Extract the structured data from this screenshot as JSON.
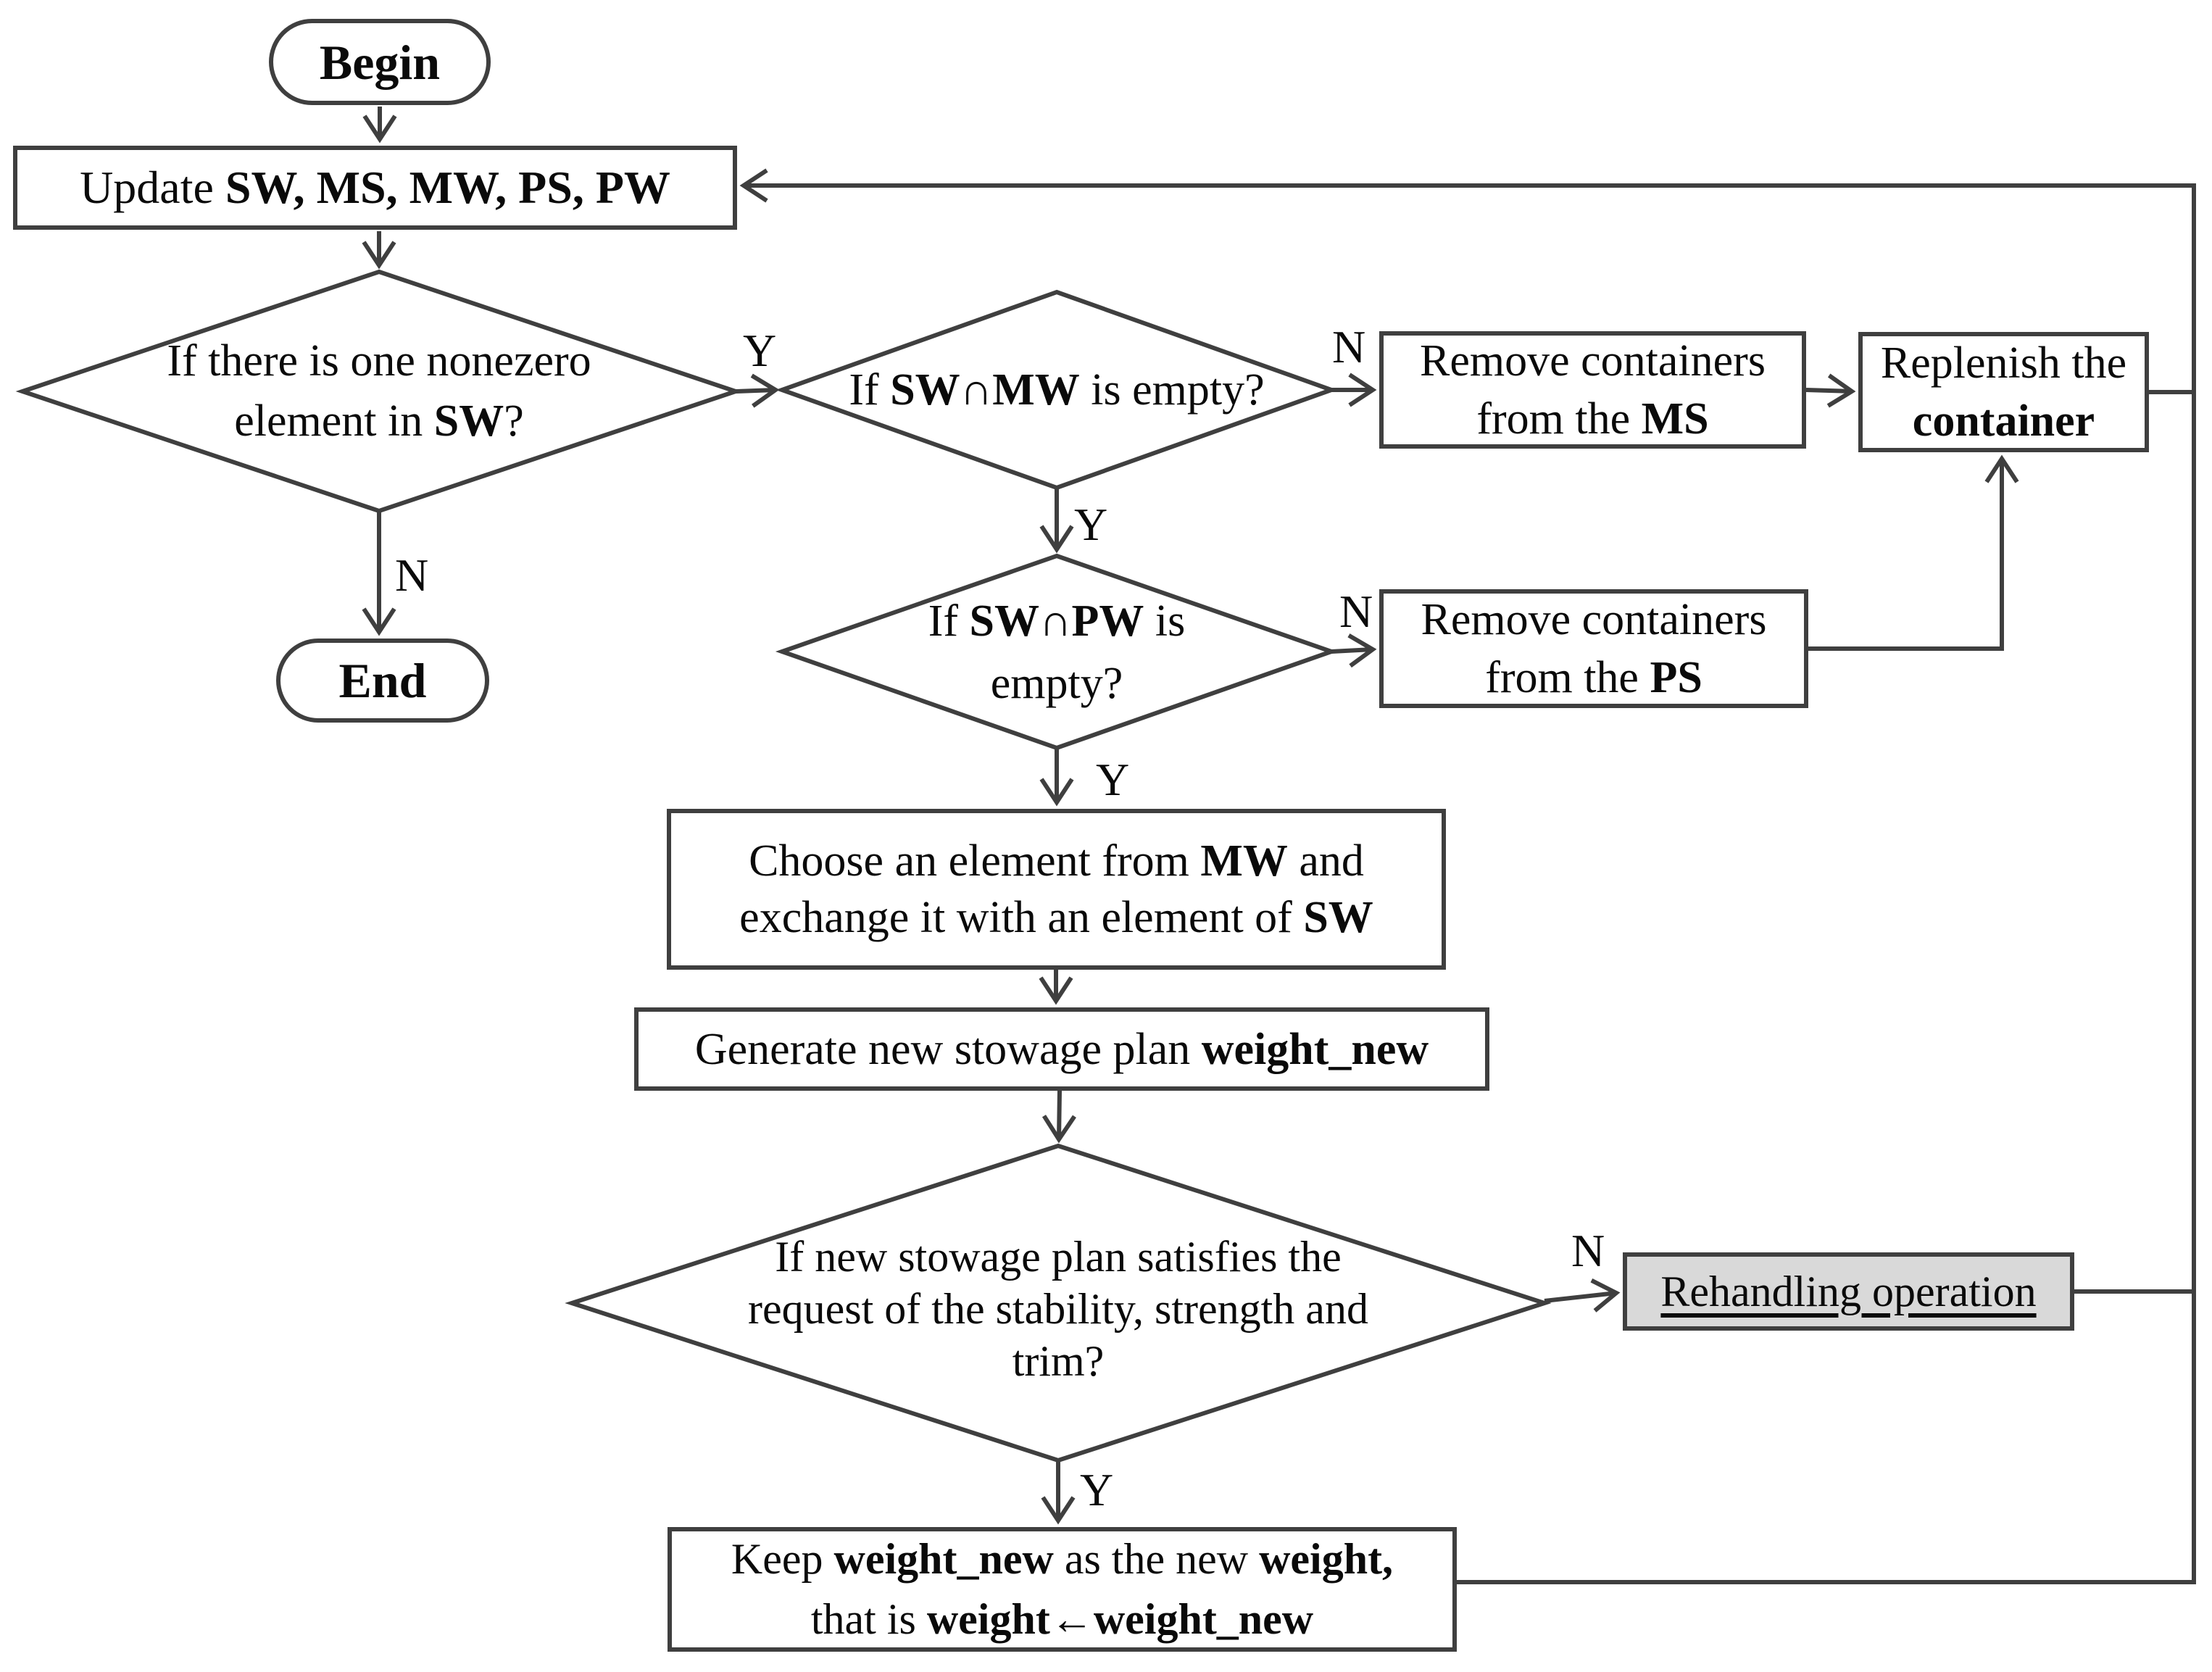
{
  "diagram_type": "flowchart",
  "colors": {
    "line": "#3f3f3f",
    "box_fill": "#ffffff",
    "rehandling_fill": "#d9d9d9",
    "text": "#0a0a0a",
    "page_bg": "#ffffff"
  },
  "nodes": {
    "begin": {
      "label": "Begin"
    },
    "update": {
      "text_regular": "Update ",
      "text_bold": "SW, MS, MW, PS, PW"
    },
    "decision_sw": {
      "line1": "If there is one nonezero",
      "line2_pre": "element in ",
      "line2_bold": "SW",
      "line2_post": "?"
    },
    "end": {
      "label": "End"
    },
    "decision_sw_mw": {
      "pre": "If ",
      "bold": "SW∩MW",
      "post": " is empty?"
    },
    "remove_ms": {
      "line1": "Remove containers",
      "line2_pre": "from the ",
      "line2_bold": "MS"
    },
    "replenish": {
      "line1": "Replenish the",
      "line2_bold": "container"
    },
    "decision_sw_pw": {
      "line1_pre": "If ",
      "line1_bold": "SW∩PW",
      "line1_post": " is",
      "line2": "empty?"
    },
    "remove_ps": {
      "line1": "Remove containers",
      "line2_pre": "from the ",
      "line2_bold": "PS"
    },
    "choose_exchange": {
      "line1_pre": "Choose an element from ",
      "line1_bold": "MW",
      "line1_post": " and",
      "line2_pre": "exchange it with an element of ",
      "line2_bold": "SW"
    },
    "generate_plan": {
      "pre": "Generate new stowage plan ",
      "bold": "weight_new"
    },
    "decision_plan": {
      "line1": "If new stowage plan satisfies the",
      "line2": "request of the stability, strength and",
      "line3": "trim?"
    },
    "rehandling": {
      "label": "Rehandling operation"
    },
    "keep_weight": {
      "line1_pre": "Keep ",
      "line1_bold1": "weight_new",
      "line1_mid": " as the new ",
      "line1_bold2": "weight,",
      "line2_pre": "that is ",
      "line2_bold": "weight←weight_new"
    }
  },
  "edge_labels": {
    "sw_yes": "Y",
    "sw_no": "N",
    "sw_mw_yes": "Y",
    "sw_mw_no": "N",
    "sw_pw_yes": "Y",
    "sw_pw_no": "N",
    "plan_yes": "Y",
    "plan_no": "N"
  }
}
